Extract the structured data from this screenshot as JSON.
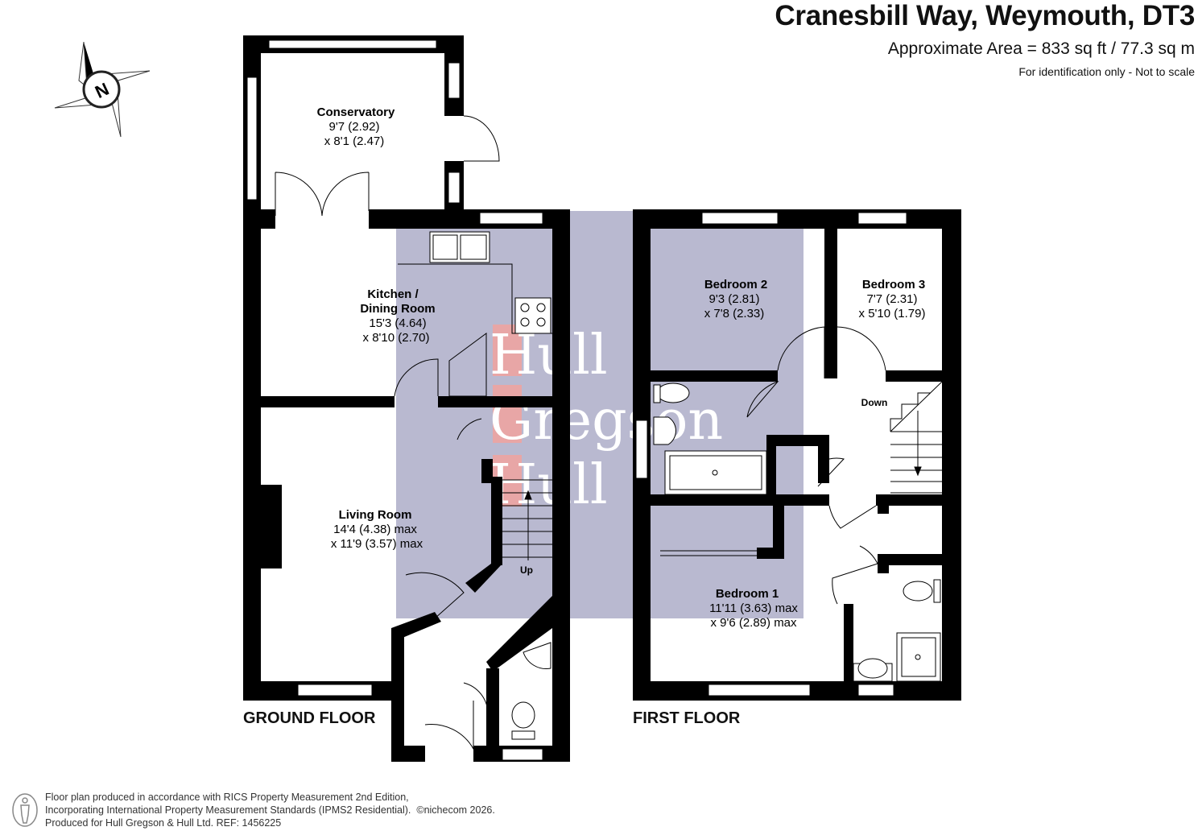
{
  "header": {
    "title": "Cranesbill Way, Weymouth, DT3",
    "area": "Approximate Area = 833 sq ft / 77.3 sq m",
    "disclaimer": "For identification only - Not to scale"
  },
  "compass": {
    "letter": "N",
    "icon": "north-compass-icon"
  },
  "floors": {
    "ground": {
      "label": "GROUND FLOOR"
    },
    "first": {
      "label": "FIRST FLOOR"
    }
  },
  "rooms": {
    "conservatory": {
      "name": "Conservatory",
      "dim1": "9'7 (2.92)",
      "dim2": "x 8'1 (2.47)"
    },
    "kitchen": {
      "name1": "Kitchen /",
      "name2": "Dining Room",
      "dim1": "15'3 (4.64)",
      "dim2": "x 8'10 (2.70)"
    },
    "living": {
      "name": "Living Room",
      "dim1": "14'4 (4.38) max",
      "dim2": "x 11'9 (3.57) max"
    },
    "bedroom1": {
      "name": "Bedroom 1",
      "dim1": "11'11 (3.63) max",
      "dim2": "x 9'6 (2.89) max"
    },
    "bedroom2": {
      "name": "Bedroom 2",
      "dim1": "9'3 (2.81)",
      "dim2": "x 7'8 (2.33)"
    },
    "bedroom3": {
      "name": "Bedroom 3",
      "dim1": "7'7 (2.31)",
      "dim2": "x 5'10 (1.79)"
    }
  },
  "stairs": {
    "up": "Up",
    "down": "Down"
  },
  "watermark": {
    "line1": "Hull",
    "line2": "Gregson",
    "line3": "Hull",
    "color": "#e8a6a6"
  },
  "colors": {
    "wall": "#000000",
    "overlay": "#b9b9d0",
    "window": "#ffffff"
  },
  "footer": {
    "line1": "Floor plan produced in accordance with RICS Property Measurement 2nd Edition,",
    "line2": "Incorporating International Property Measurement Standards (IPMS2 Residential).",
    "copyright": "©nichecom 2026.",
    "line3": "Produced for Hull Gregson & Hull Ltd.   REF: 1456225"
  }
}
